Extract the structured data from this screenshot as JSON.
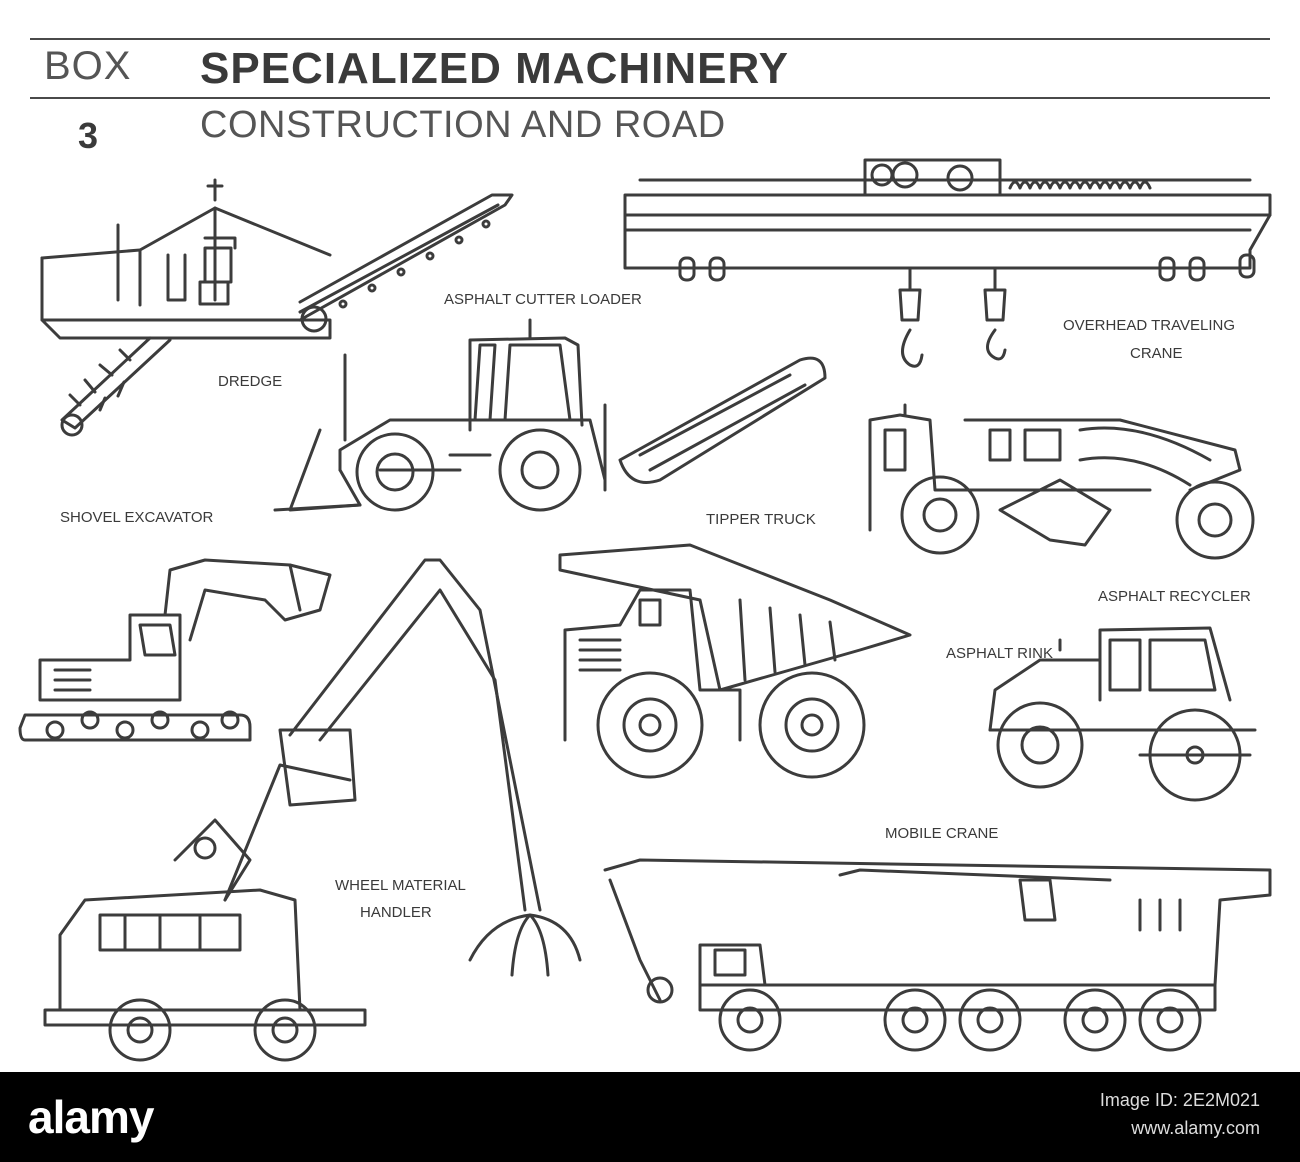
{
  "header": {
    "box_word": "BOX",
    "title": "SPECIALIZED MACHINERY",
    "box_number": "3",
    "subtitle": "CONSTRUCTION AND ROAD"
  },
  "labels": {
    "dredge": "DREDGE",
    "asphalt_cutter_loader": "ASPHALT CUTTER LOADER",
    "overhead_crane_line1": "OVERHEAD TRAVELING",
    "overhead_crane_line2": "CRANE",
    "shovel_excavator": "SHOVEL EXCAVATOR",
    "tipper_truck": "TIPPER TRUCK",
    "asphalt_recycler": "ASPHALT RECYCLER",
    "asphalt_rink": "ASPHALT RINK",
    "mobile_crane": "MOBILE CRANE",
    "wheel_handler_line1": "WHEEL MATERIAL",
    "wheel_handler_line2": "HANDLER"
  },
  "footer": {
    "brand": "alamy",
    "image_id": "Image ID: 2E2M021",
    "site": "www.alamy.com"
  },
  "colors": {
    "line": "#3c3c3c",
    "background": "#ffffff",
    "footer_bg": "#000000"
  }
}
